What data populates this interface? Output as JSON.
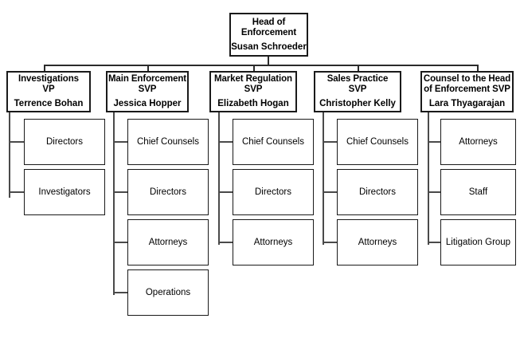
{
  "chart_data": {
    "type": "diagram",
    "title": "Head of Enforcement Organizational Chart",
    "root": {
      "title": "Head of\nEnforcement",
      "title_line1": "Head of",
      "title_line2": "Enforcement",
      "person": "Susan Schroeder"
    },
    "columns": [
      {
        "title_line1": "Investigations",
        "title_line2": "VP",
        "person": "Terrence  Bohan",
        "children": [
          "Directors",
          "Investigators"
        ]
      },
      {
        "title_line1": "Main Enforcement",
        "title_line2": "SVP",
        "person": "Jessica Hopper",
        "children": [
          "Chief Counsels",
          "Directors",
          "Attorneys",
          "Operations"
        ]
      },
      {
        "title_line1": "Market Regulation",
        "title_line2": "SVP",
        "person": "Elizabeth Hogan",
        "children": [
          "Chief Counsels",
          "Directors",
          "Attorneys"
        ]
      },
      {
        "title_line1": "Sales Practice",
        "title_line2": "SVP",
        "person": "Christopher  Kelly",
        "children": [
          "Chief Counsels",
          "Directors",
          "Attorneys"
        ]
      },
      {
        "title_line1": "Counsel to the Head",
        "title_line2": "of Enforcement SVP",
        "person": "Lara Thyagarajan",
        "children": [
          "Attorneys",
          "Staff",
          "Litigation Group"
        ]
      }
    ],
    "colors": {
      "background": "#ffffff",
      "box_border": "#1a1a1a",
      "connector": "#4a4a4a",
      "text": "#000000"
    }
  }
}
